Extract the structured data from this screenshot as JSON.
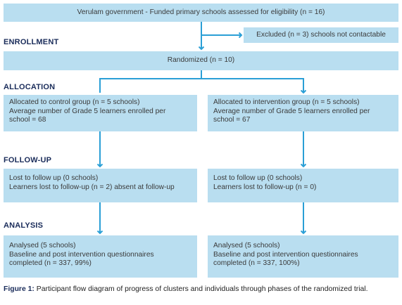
{
  "top_box": "Verulam government - Funded primary schools assessed for eligibility (n = 16)",
  "excluded_box": "Excluded (n = 3) schools not contactable",
  "phases": {
    "enrollment": "ENROLLMENT",
    "allocation": "ALLOCATION",
    "followup": "FOLLOW-UP",
    "analysis": "ANALYSIS"
  },
  "randomized_box": "Randomized (n = 10)",
  "control": {
    "allocation": [
      "Allocated to control group (n = 5 schools)",
      "Average number of Grade 5 learners enrolled per",
      "school = 68"
    ],
    "followup": [
      "Lost to follow up (0 schools)",
      "Learners lost to follow-up (n = 2) absent at follow-up"
    ],
    "analysis": [
      "Analysed (5 schools)",
      "Baseline and post intervention questionnaires",
      "completed (n = 337, 99%)"
    ]
  },
  "intervention": {
    "allocation": [
      "Allocated to intervention group (n = 5 schools)",
      "Average number of Grade 5 learners enrolled per",
      "school = 67"
    ],
    "followup": [
      "Lost to follow up (0 schools)",
      "Learners lost to follow-up (n = 0)"
    ],
    "analysis": [
      "Analysed (5 schools)",
      "Baseline and post intervention questionnaires",
      "completed (n = 337, 100%)"
    ]
  },
  "caption": {
    "label": "Figure 1:",
    "text": " Participant flow diagram of progress of clusters and individuals through phases of the randomized trial."
  },
  "colors": {
    "box_fill": "#b9def0",
    "arrow": "#2a9fd6",
    "phase_text": "#1a2c5a"
  }
}
